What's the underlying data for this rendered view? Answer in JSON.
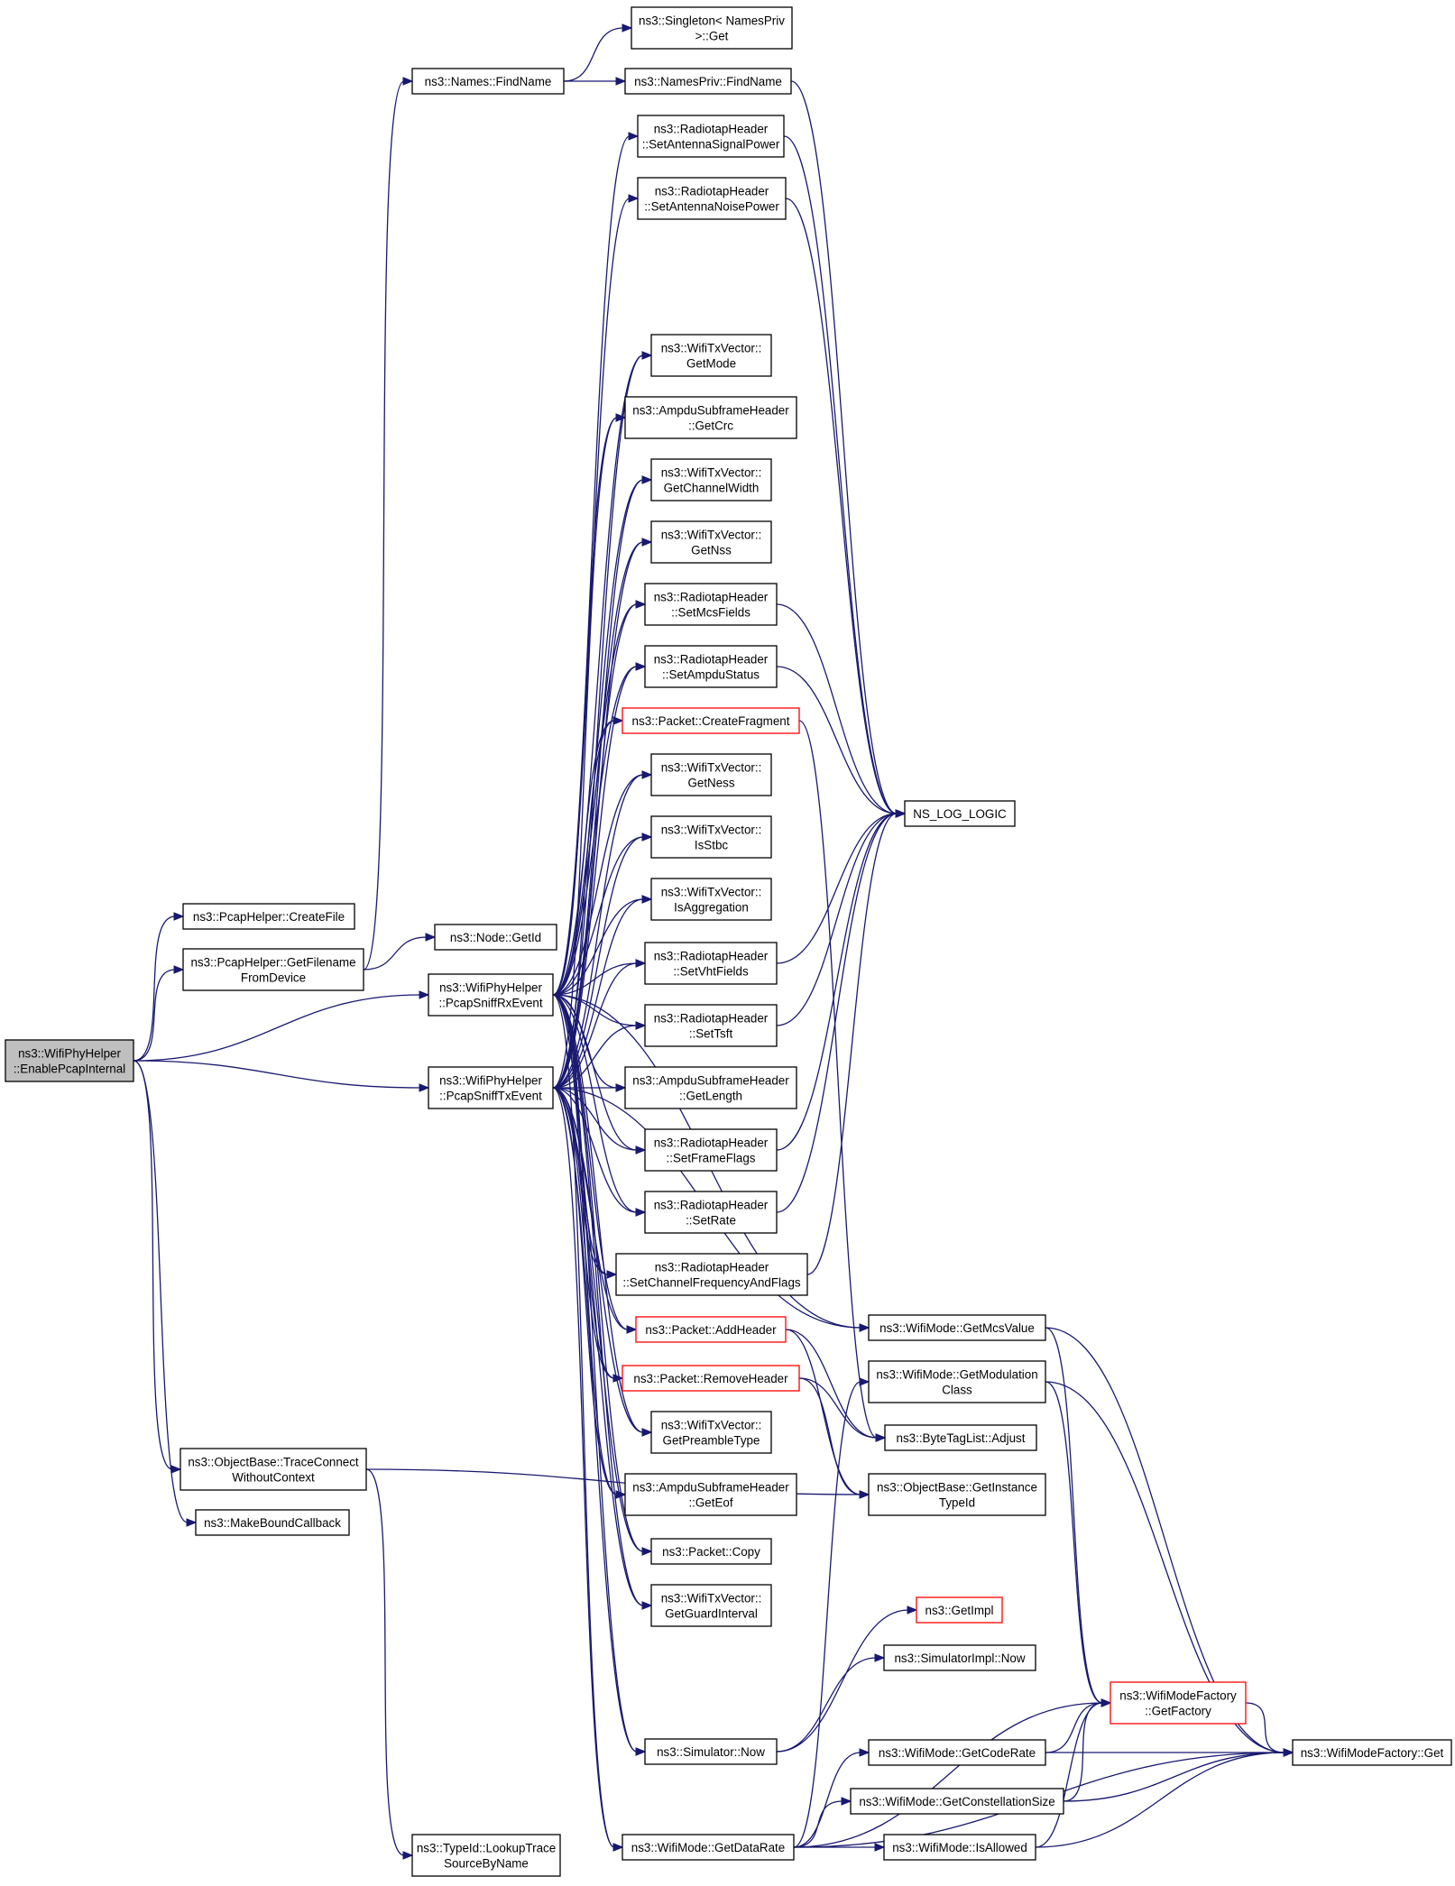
{
  "nodes": [
    {
      "id": "root",
      "lines": [
        "ns3::WifiPhyHelper",
        "::EnablePcapInternal"
      ],
      "style": "root"
    },
    {
      "id": "createfile",
      "lines": [
        "ns3::PcapHelper::CreateFile"
      ],
      "style": "normal"
    },
    {
      "id": "getfilename",
      "lines": [
        "ns3::PcapHelper::GetFilename",
        "FromDevice"
      ],
      "style": "normal"
    },
    {
      "id": "traceconnect",
      "lines": [
        "ns3::ObjectBase::TraceConnect",
        "WithoutContext"
      ],
      "style": "normal"
    },
    {
      "id": "makebound",
      "lines": [
        "ns3::MakeBoundCallback"
      ],
      "style": "normal"
    },
    {
      "id": "findname",
      "lines": [
        "ns3::Names::FindName"
      ],
      "style": "normal"
    },
    {
      "id": "getid",
      "lines": [
        "ns3::Node::GetId"
      ],
      "style": "normal"
    },
    {
      "id": "rxevent",
      "lines": [
        "ns3::WifiPhyHelper",
        "::PcapSniffRxEvent"
      ],
      "style": "normal"
    },
    {
      "id": "txevent",
      "lines": [
        "ns3::WifiPhyHelper",
        "::PcapSniffTxEvent"
      ],
      "style": "normal"
    },
    {
      "id": "lookup",
      "lines": [
        "ns3::TypeId::LookupTrace",
        "SourceByName"
      ],
      "style": "normal"
    },
    {
      "id": "singleton",
      "lines": [
        "ns3::Singleton< NamesPriv",
        ">::Get"
      ],
      "style": "normal"
    },
    {
      "id": "namespriv",
      "lines": [
        "ns3::NamesPriv::FindName"
      ],
      "style": "normal"
    },
    {
      "id": "setantsig",
      "lines": [
        "ns3::RadiotapHeader",
        "::SetAntennaSignalPower"
      ],
      "style": "normal"
    },
    {
      "id": "setantnoise",
      "lines": [
        "ns3::RadiotapHeader",
        "::SetAntennaNoisePower"
      ],
      "style": "normal"
    },
    {
      "id": "getmode",
      "lines": [
        "ns3::WifiTxVector::",
        "GetMode"
      ],
      "style": "normal"
    },
    {
      "id": "getcrc",
      "lines": [
        "ns3::AmpduSubframeHeader",
        "::GetCrc"
      ],
      "style": "normal"
    },
    {
      "id": "getchw",
      "lines": [
        "ns3::WifiTxVector::",
        "GetChannelWidth"
      ],
      "style": "normal"
    },
    {
      "id": "getnss",
      "lines": [
        "ns3::WifiTxVector::",
        "GetNss"
      ],
      "style": "normal"
    },
    {
      "id": "setmcs",
      "lines": [
        "ns3::RadiotapHeader",
        "::SetMcsFields"
      ],
      "style": "normal"
    },
    {
      "id": "setampdu",
      "lines": [
        "ns3::RadiotapHeader",
        "::SetAmpduStatus"
      ],
      "style": "normal"
    },
    {
      "id": "createfrag",
      "lines": [
        "ns3::Packet::CreateFragment"
      ],
      "style": "red"
    },
    {
      "id": "getness",
      "lines": [
        "ns3::WifiTxVector::",
        "GetNess"
      ],
      "style": "normal"
    },
    {
      "id": "isstbc",
      "lines": [
        "ns3::WifiTxVector::",
        "IsStbc"
      ],
      "style": "normal"
    },
    {
      "id": "isaggr",
      "lines": [
        "ns3::WifiTxVector::",
        "IsAggregation"
      ],
      "style": "normal"
    },
    {
      "id": "setvht",
      "lines": [
        "ns3::RadiotapHeader",
        "::SetVhtFields"
      ],
      "style": "normal"
    },
    {
      "id": "settsft",
      "lines": [
        "ns3::RadiotapHeader",
        "::SetTsft"
      ],
      "style": "normal"
    },
    {
      "id": "getlength",
      "lines": [
        "ns3::AmpduSubframeHeader",
        "::GetLength"
      ],
      "style": "normal"
    },
    {
      "id": "setframe",
      "lines": [
        "ns3::RadiotapHeader",
        "::SetFrameFlags"
      ],
      "style": "normal"
    },
    {
      "id": "setrate",
      "lines": [
        "ns3::RadiotapHeader",
        "::SetRate"
      ],
      "style": "normal"
    },
    {
      "id": "setchan",
      "lines": [
        "ns3::RadiotapHeader",
        "::SetChannelFrequencyAndFlags"
      ],
      "style": "normal"
    },
    {
      "id": "addheader",
      "lines": [
        "ns3::Packet::AddHeader"
      ],
      "style": "red"
    },
    {
      "id": "removeheader",
      "lines": [
        "ns3::Packet::RemoveHeader"
      ],
      "style": "red"
    },
    {
      "id": "getpreamble",
      "lines": [
        "ns3::WifiTxVector::",
        "GetPreambleType"
      ],
      "style": "normal"
    },
    {
      "id": "geteof",
      "lines": [
        "ns3::AmpduSubframeHeader",
        "::GetEof"
      ],
      "style": "normal"
    },
    {
      "id": "copy",
      "lines": [
        "ns3::Packet::Copy"
      ],
      "style": "normal"
    },
    {
      "id": "getguard",
      "lines": [
        "ns3::WifiTxVector::",
        "GetGuardInterval"
      ],
      "style": "normal"
    },
    {
      "id": "simnow",
      "lines": [
        "ns3::Simulator::Now"
      ],
      "style": "normal"
    },
    {
      "id": "getdatarate",
      "lines": [
        "ns3::WifiMode::GetDataRate"
      ],
      "style": "normal"
    },
    {
      "id": "nslog",
      "lines": [
        "NS_LOG_LOGIC"
      ],
      "style": "normal"
    },
    {
      "id": "getmcsval",
      "lines": [
        "ns3::WifiMode::GetMcsValue"
      ],
      "style": "normal"
    },
    {
      "id": "getmodclass",
      "lines": [
        "ns3::WifiMode::GetModulation",
        "Class"
      ],
      "style": "normal"
    },
    {
      "id": "bytetag",
      "lines": [
        "ns3::ByteTagList::Adjust"
      ],
      "style": "normal"
    },
    {
      "id": "getinstance",
      "lines": [
        "ns3::ObjectBase::GetInstance",
        "TypeId"
      ],
      "style": "normal"
    },
    {
      "id": "getimpl",
      "lines": [
        "ns3::GetImpl"
      ],
      "style": "red"
    },
    {
      "id": "simimplnow",
      "lines": [
        "ns3::SimulatorImpl::Now"
      ],
      "style": "normal"
    },
    {
      "id": "getcoderate",
      "lines": [
        "ns3::WifiMode::GetCodeRate"
      ],
      "style": "normal"
    },
    {
      "id": "getconst",
      "lines": [
        "ns3::WifiMode::GetConstellationSize"
      ],
      "style": "normal"
    },
    {
      "id": "isallowed",
      "lines": [
        "ns3::WifiMode::IsAllowed"
      ],
      "style": "normal"
    },
    {
      "id": "getfactory",
      "lines": [
        "ns3::WifiModeFactory",
        "::GetFactory"
      ],
      "style": "red"
    },
    {
      "id": "factoryget",
      "lines": [
        "ns3::WifiModeFactory::Get"
      ],
      "style": "normal"
    }
  ],
  "edges": [
    [
      "root",
      "createfile"
    ],
    [
      "root",
      "getfilename"
    ],
    [
      "root",
      "rxevent"
    ],
    [
      "root",
      "txevent"
    ],
    [
      "root",
      "traceconnect"
    ],
    [
      "root",
      "makebound"
    ],
    [
      "getfilename",
      "findname"
    ],
    [
      "getfilename",
      "getid"
    ],
    [
      "findname",
      "singleton"
    ],
    [
      "findname",
      "namespriv"
    ],
    [
      "namespriv",
      "nslog"
    ],
    [
      "traceconnect",
      "lookup"
    ],
    [
      "traceconnect",
      "getinstance"
    ],
    [
      "rxevent",
      "setantsig"
    ],
    [
      "rxevent",
      "setantnoise"
    ],
    [
      "rxevent",
      "getmode"
    ],
    [
      "rxevent",
      "getcrc"
    ],
    [
      "rxevent",
      "getchw"
    ],
    [
      "rxevent",
      "getnss"
    ],
    [
      "rxevent",
      "setmcs"
    ],
    [
      "rxevent",
      "setampdu"
    ],
    [
      "rxevent",
      "createfrag"
    ],
    [
      "rxevent",
      "getness"
    ],
    [
      "rxevent",
      "isstbc"
    ],
    [
      "rxevent",
      "isaggr"
    ],
    [
      "rxevent",
      "setvht"
    ],
    [
      "rxevent",
      "settsft"
    ],
    [
      "rxevent",
      "getlength"
    ],
    [
      "rxevent",
      "setframe"
    ],
    [
      "rxevent",
      "setrate"
    ],
    [
      "rxevent",
      "setchan"
    ],
    [
      "rxevent",
      "addheader"
    ],
    [
      "rxevent",
      "removeheader"
    ],
    [
      "rxevent",
      "getpreamble"
    ],
    [
      "rxevent",
      "geteof"
    ],
    [
      "rxevent",
      "copy"
    ],
    [
      "rxevent",
      "getguard"
    ],
    [
      "rxevent",
      "simnow"
    ],
    [
      "rxevent",
      "getdatarate"
    ],
    [
      "rxevent",
      "getmcsval"
    ],
    [
      "txevent",
      "getmode"
    ],
    [
      "txevent",
      "getcrc"
    ],
    [
      "txevent",
      "getchw"
    ],
    [
      "txevent",
      "getnss"
    ],
    [
      "txevent",
      "setmcs"
    ],
    [
      "txevent",
      "setampdu"
    ],
    [
      "txevent",
      "createfrag"
    ],
    [
      "txevent",
      "getness"
    ],
    [
      "txevent",
      "isstbc"
    ],
    [
      "txevent",
      "isaggr"
    ],
    [
      "txevent",
      "setvht"
    ],
    [
      "txevent",
      "settsft"
    ],
    [
      "txevent",
      "getlength"
    ],
    [
      "txevent",
      "setframe"
    ],
    [
      "txevent",
      "setrate"
    ],
    [
      "txevent",
      "setchan"
    ],
    [
      "txevent",
      "addheader"
    ],
    [
      "txevent",
      "removeheader"
    ],
    [
      "txevent",
      "getpreamble"
    ],
    [
      "txevent",
      "geteof"
    ],
    [
      "txevent",
      "copy"
    ],
    [
      "txevent",
      "getguard"
    ],
    [
      "txevent",
      "simnow"
    ],
    [
      "txevent",
      "getdatarate"
    ],
    [
      "txevent",
      "getmcsval"
    ],
    [
      "setantsig",
      "nslog"
    ],
    [
      "setantnoise",
      "nslog"
    ],
    [
      "setmcs",
      "nslog"
    ],
    [
      "setampdu",
      "nslog"
    ],
    [
      "setvht",
      "nslog"
    ],
    [
      "settsft",
      "nslog"
    ],
    [
      "setframe",
      "nslog"
    ],
    [
      "setrate",
      "nslog"
    ],
    [
      "setchan",
      "nslog"
    ],
    [
      "createfrag",
      "bytetag"
    ],
    [
      "addheader",
      "bytetag"
    ],
    [
      "addheader",
      "getinstance"
    ],
    [
      "removeheader",
      "bytetag"
    ],
    [
      "removeheader",
      "getinstance"
    ],
    [
      "simnow",
      "getimpl"
    ],
    [
      "simnow",
      "simimplnow"
    ],
    [
      "getdatarate",
      "getcoderate"
    ],
    [
      "getdatarate",
      "getconst"
    ],
    [
      "getdatarate",
      "isallowed"
    ],
    [
      "getdatarate",
      "getfactory"
    ],
    [
      "getdatarate",
      "factoryget"
    ],
    [
      "getdatarate",
      "getmodclass"
    ],
    [
      "getmcsval",
      "getfactory"
    ],
    [
      "getmcsval",
      "factoryget"
    ],
    [
      "getmodclass",
      "getfactory"
    ],
    [
      "getmodclass",
      "factoryget"
    ],
    [
      "getcoderate",
      "getfactory"
    ],
    [
      "getcoderate",
      "factoryget"
    ],
    [
      "getconst",
      "getfactory"
    ],
    [
      "getconst",
      "factoryget"
    ],
    [
      "isallowed",
      "getfactory"
    ],
    [
      "isallowed",
      "factoryget"
    ],
    [
      "getfactory",
      "factoryget"
    ]
  ]
}
